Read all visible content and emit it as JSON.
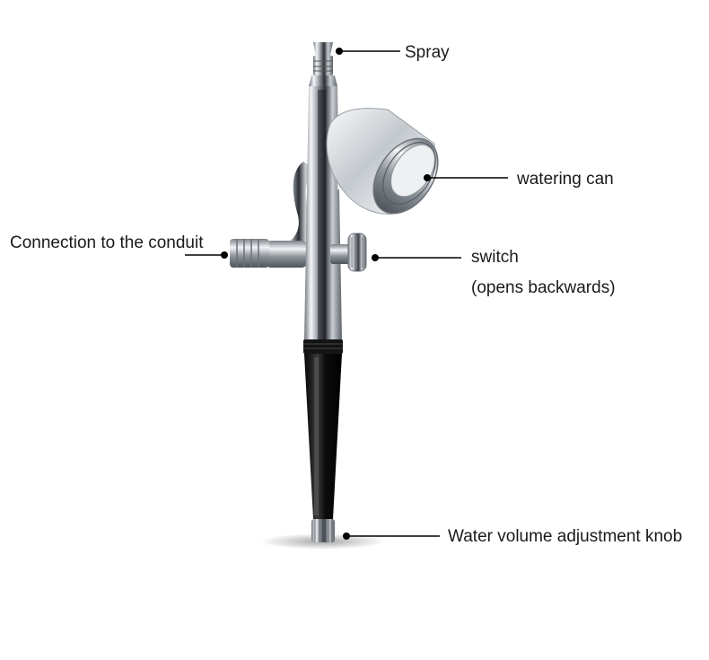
{
  "labels": {
    "spray": "Spray",
    "watering_can": "watering can",
    "conduit": "Connection to the conduit",
    "switch_line1": "switch",
    "switch_line2": "(opens backwards)",
    "knob": "Water volume adjustment knob"
  },
  "colors": {
    "background": "#ffffff",
    "text": "#1a1a1a",
    "leader": "#000000",
    "chrome": "#b9bec4",
    "handle": "#111111"
  }
}
